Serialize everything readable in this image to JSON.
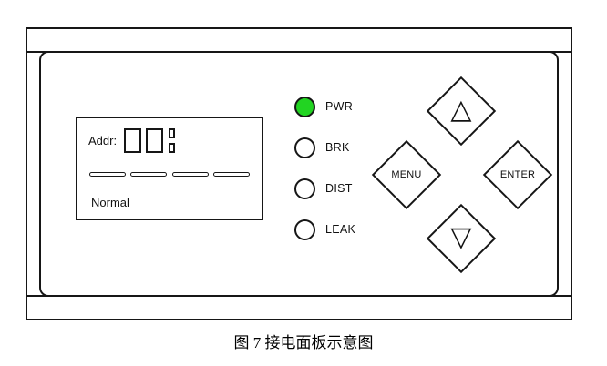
{
  "figure": {
    "caption": "图 7 接电面板示意图"
  },
  "display": {
    "addr_label": "Addr:",
    "status_text": "Normal"
  },
  "leds": [
    {
      "label": "PWR",
      "on": true,
      "color": "#22d422"
    },
    {
      "label": "BRK",
      "on": false,
      "color": "#ffffff"
    },
    {
      "label": "DIST",
      "on": false,
      "color": "#ffffff"
    },
    {
      "label": "LEAK",
      "on": false,
      "color": "#ffffff"
    }
  ],
  "keypad": {
    "up_label": "△",
    "menu_label": "MENU",
    "enter_label": "ENTER",
    "down_label": "▽"
  }
}
